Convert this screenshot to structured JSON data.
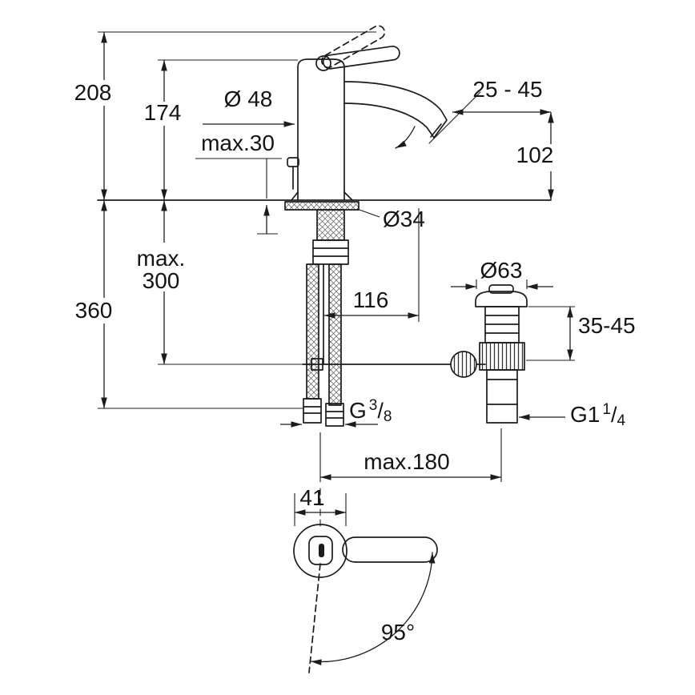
{
  "drawing": {
    "type": "technical-dimension-drawing",
    "views": [
      "side-elevation",
      "top-plan"
    ],
    "labels": {
      "overall_height": "208",
      "body_height": "174",
      "body_diameter": "Ø 48",
      "max_deck_thickness": "max.30",
      "aerator_range": "25 - 45",
      "spout_outlet_height": "102",
      "mounting_hole_diameter": "Ø34",
      "hose_length_line1": "max.",
      "hose_length_line2": "300",
      "under_counter_depth": "360",
      "spout_reach": "116",
      "waste_flange_diameter": "Ø63",
      "waste_clamping_range": "35-45",
      "supply_thread": {
        "g": "G",
        "num": "3",
        "slash": "/",
        "den": "8"
      },
      "waste_thread": {
        "g": "G1",
        "num": "1",
        "slash": "/",
        "den": "4"
      },
      "max_center_distance": "max.180",
      "handle_width": "41",
      "handle_swing_angle": "95°"
    }
  }
}
